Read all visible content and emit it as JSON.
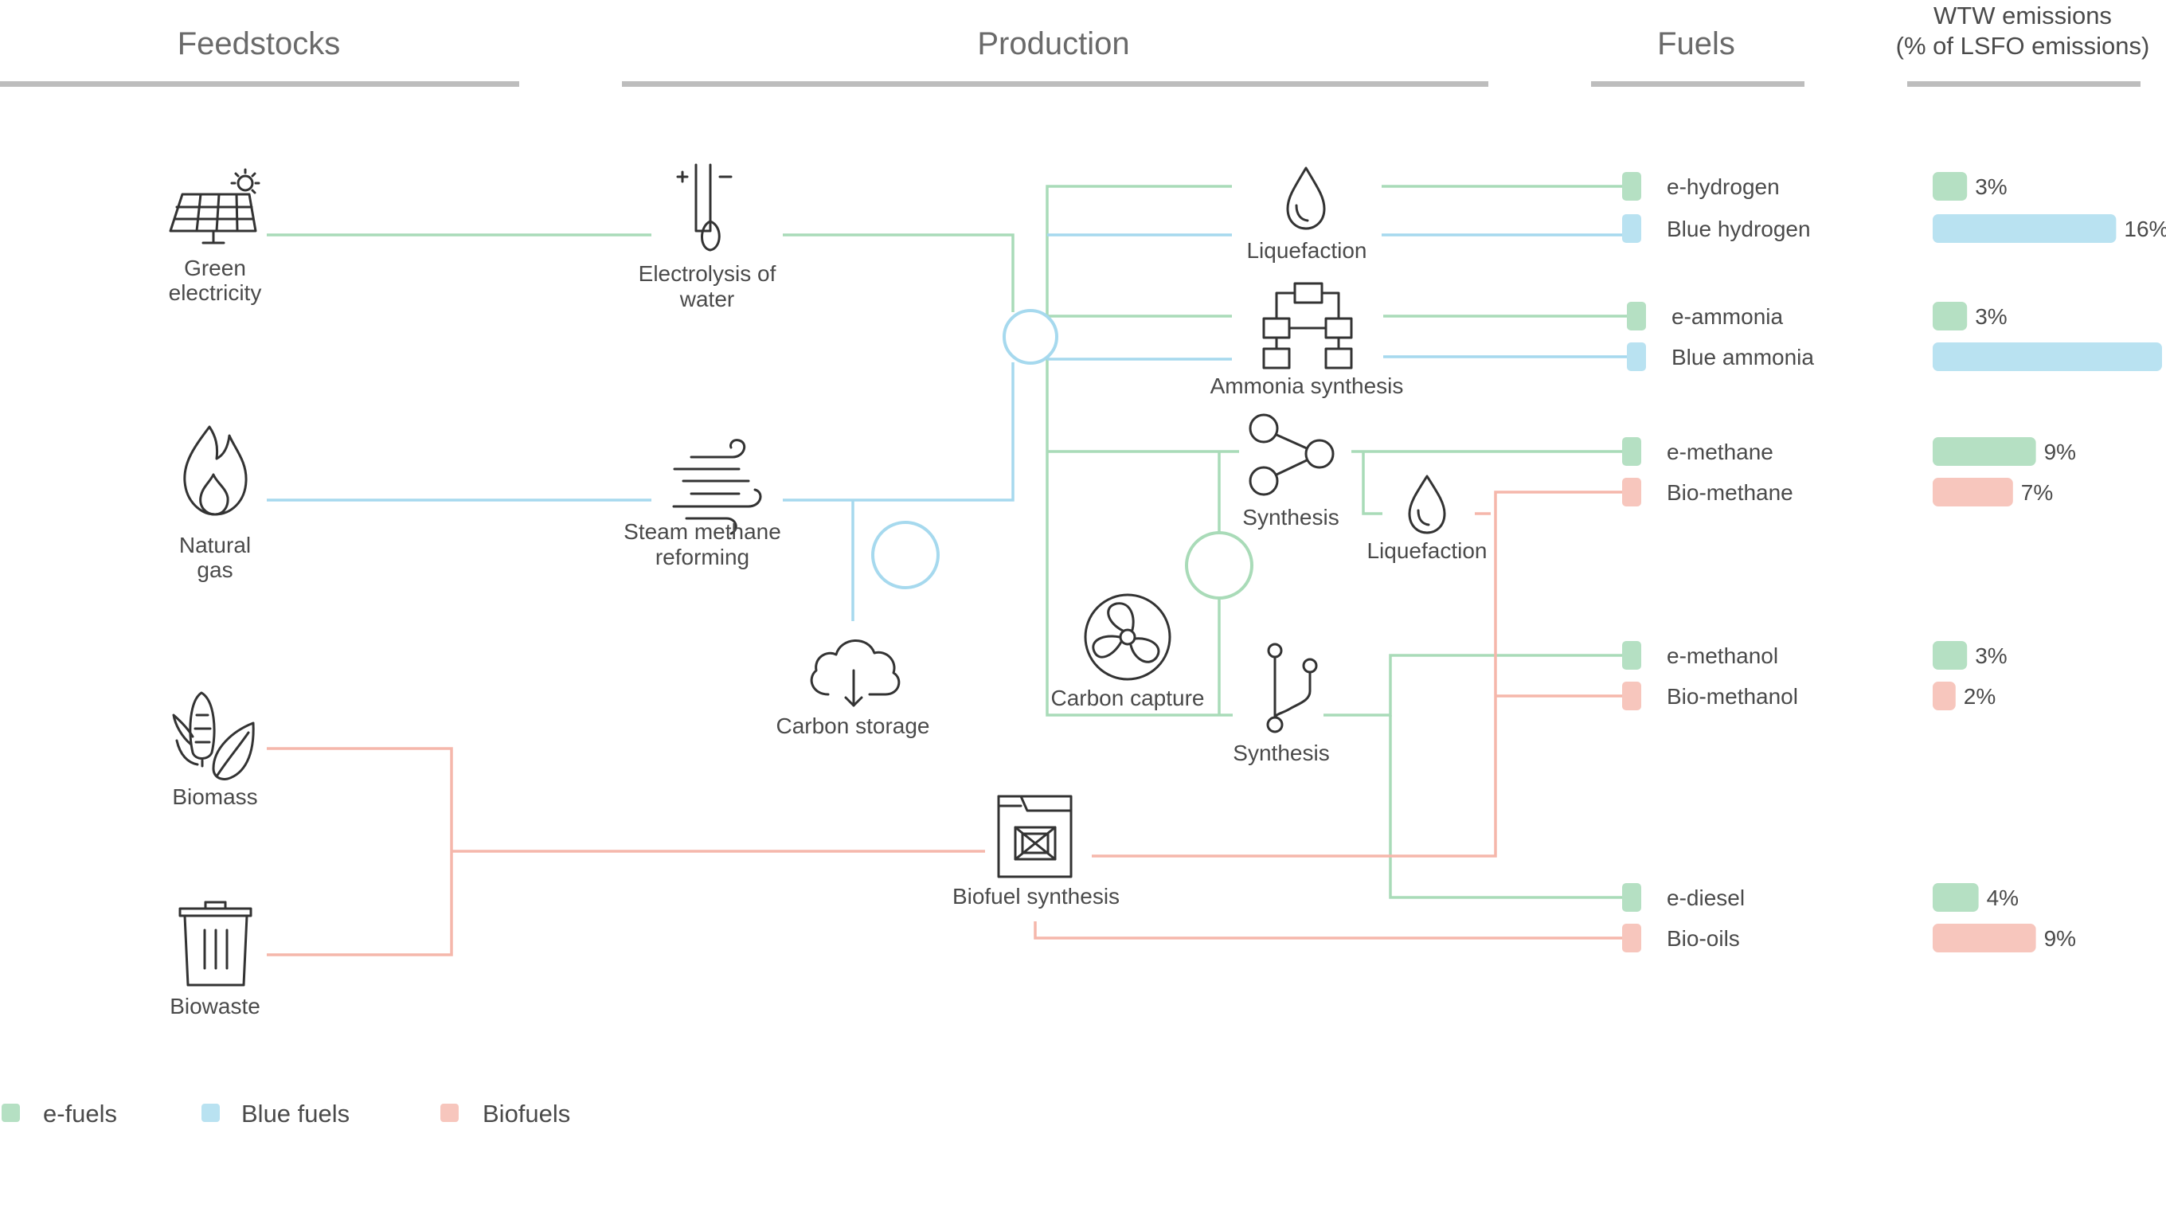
{
  "colors": {
    "efuel": "#b5e0c3",
    "blue": "#b9e2f1",
    "bio": "#f7c6bd",
    "line_efuel": "#a9dbb8",
    "line_blue": "#a6d9ee",
    "line_bio": "#f5b7ab",
    "header_rule": "#bdbdbd",
    "icon": "#333333"
  },
  "headers": {
    "feedstocks": "Feedstocks",
    "production": "Production",
    "fuels": "Fuels",
    "emissions_line1": "WTW emissions",
    "emissions_line2": "(% of LSFO emissions)"
  },
  "feedstocks": {
    "green_electricity": {
      "line1": "Green",
      "line2": "electricity",
      "icon": "solar-panel-icon"
    },
    "natural_gas": {
      "line1": "Natural",
      "line2": "gas",
      "icon": "flame-icon"
    },
    "biomass": {
      "label": "Biomass",
      "icon": "corn-leaf-icon"
    },
    "biowaste": {
      "label": "Biowaste",
      "icon": "trash-bin-icon"
    }
  },
  "processes": {
    "electrolysis": {
      "line1": "Electrolysis of",
      "line2": "water",
      "icon": "test-tube-icon"
    },
    "smr": {
      "line1": "Steam methane",
      "line2": "reforming",
      "icon": "wind-icon"
    },
    "carbon_storage": {
      "label": "Carbon storage",
      "icon": "cloud-download-icon"
    },
    "biofuel_synthesis": {
      "label": "Biofuel synthesis",
      "icon": "jerrycan-icon"
    },
    "liquefaction_h2": {
      "label": "Liquefaction",
      "icon": "droplet-icon"
    },
    "ammonia_synthesis": {
      "label": "Ammonia synthesis",
      "icon": "flowchart-icon"
    },
    "synthesis_methane": {
      "label": "Synthesis",
      "icon": "molecule-icon"
    },
    "liquefaction_methane": {
      "label": "Liquefaction",
      "icon": "droplet-icon"
    },
    "carbon_capture": {
      "label": "Carbon capture",
      "icon": "fan-icon"
    },
    "synthesis_liquid": {
      "label": "Synthesis",
      "icon": "branch-icon"
    }
  },
  "fuels": [
    {
      "name": "e-hydrogen",
      "type": "efuel",
      "emissions": 3,
      "label": "3%"
    },
    {
      "name": "Blue hydrogen",
      "type": "blue",
      "emissions": 16,
      "label": "16%"
    },
    {
      "name": "e-ammonia",
      "type": "efuel",
      "emissions": 3,
      "label": "3%"
    },
    {
      "name": "Blue ammonia",
      "type": "blue",
      "emissions": 20,
      "label": "20%"
    },
    {
      "name": "e-methane",
      "type": "efuel",
      "emissions": 9,
      "label": "9%"
    },
    {
      "name": "Bio-methane",
      "type": "bio",
      "emissions": 7,
      "label": "7%"
    },
    {
      "name": "e-methanol",
      "type": "efuel",
      "emissions": 3,
      "label": "3%"
    },
    {
      "name": "Bio-methanol",
      "type": "bio",
      "emissions": 2,
      "label": "2%"
    },
    {
      "name": "e-diesel",
      "type": "efuel",
      "emissions": 4,
      "label": "4%"
    },
    {
      "name": "Bio-oils",
      "type": "bio",
      "emissions": 9,
      "label": "9%"
    }
  ],
  "legend": {
    "efuel": "e-fuels",
    "blue": "Blue fuels",
    "bio": "Biofuels"
  }
}
